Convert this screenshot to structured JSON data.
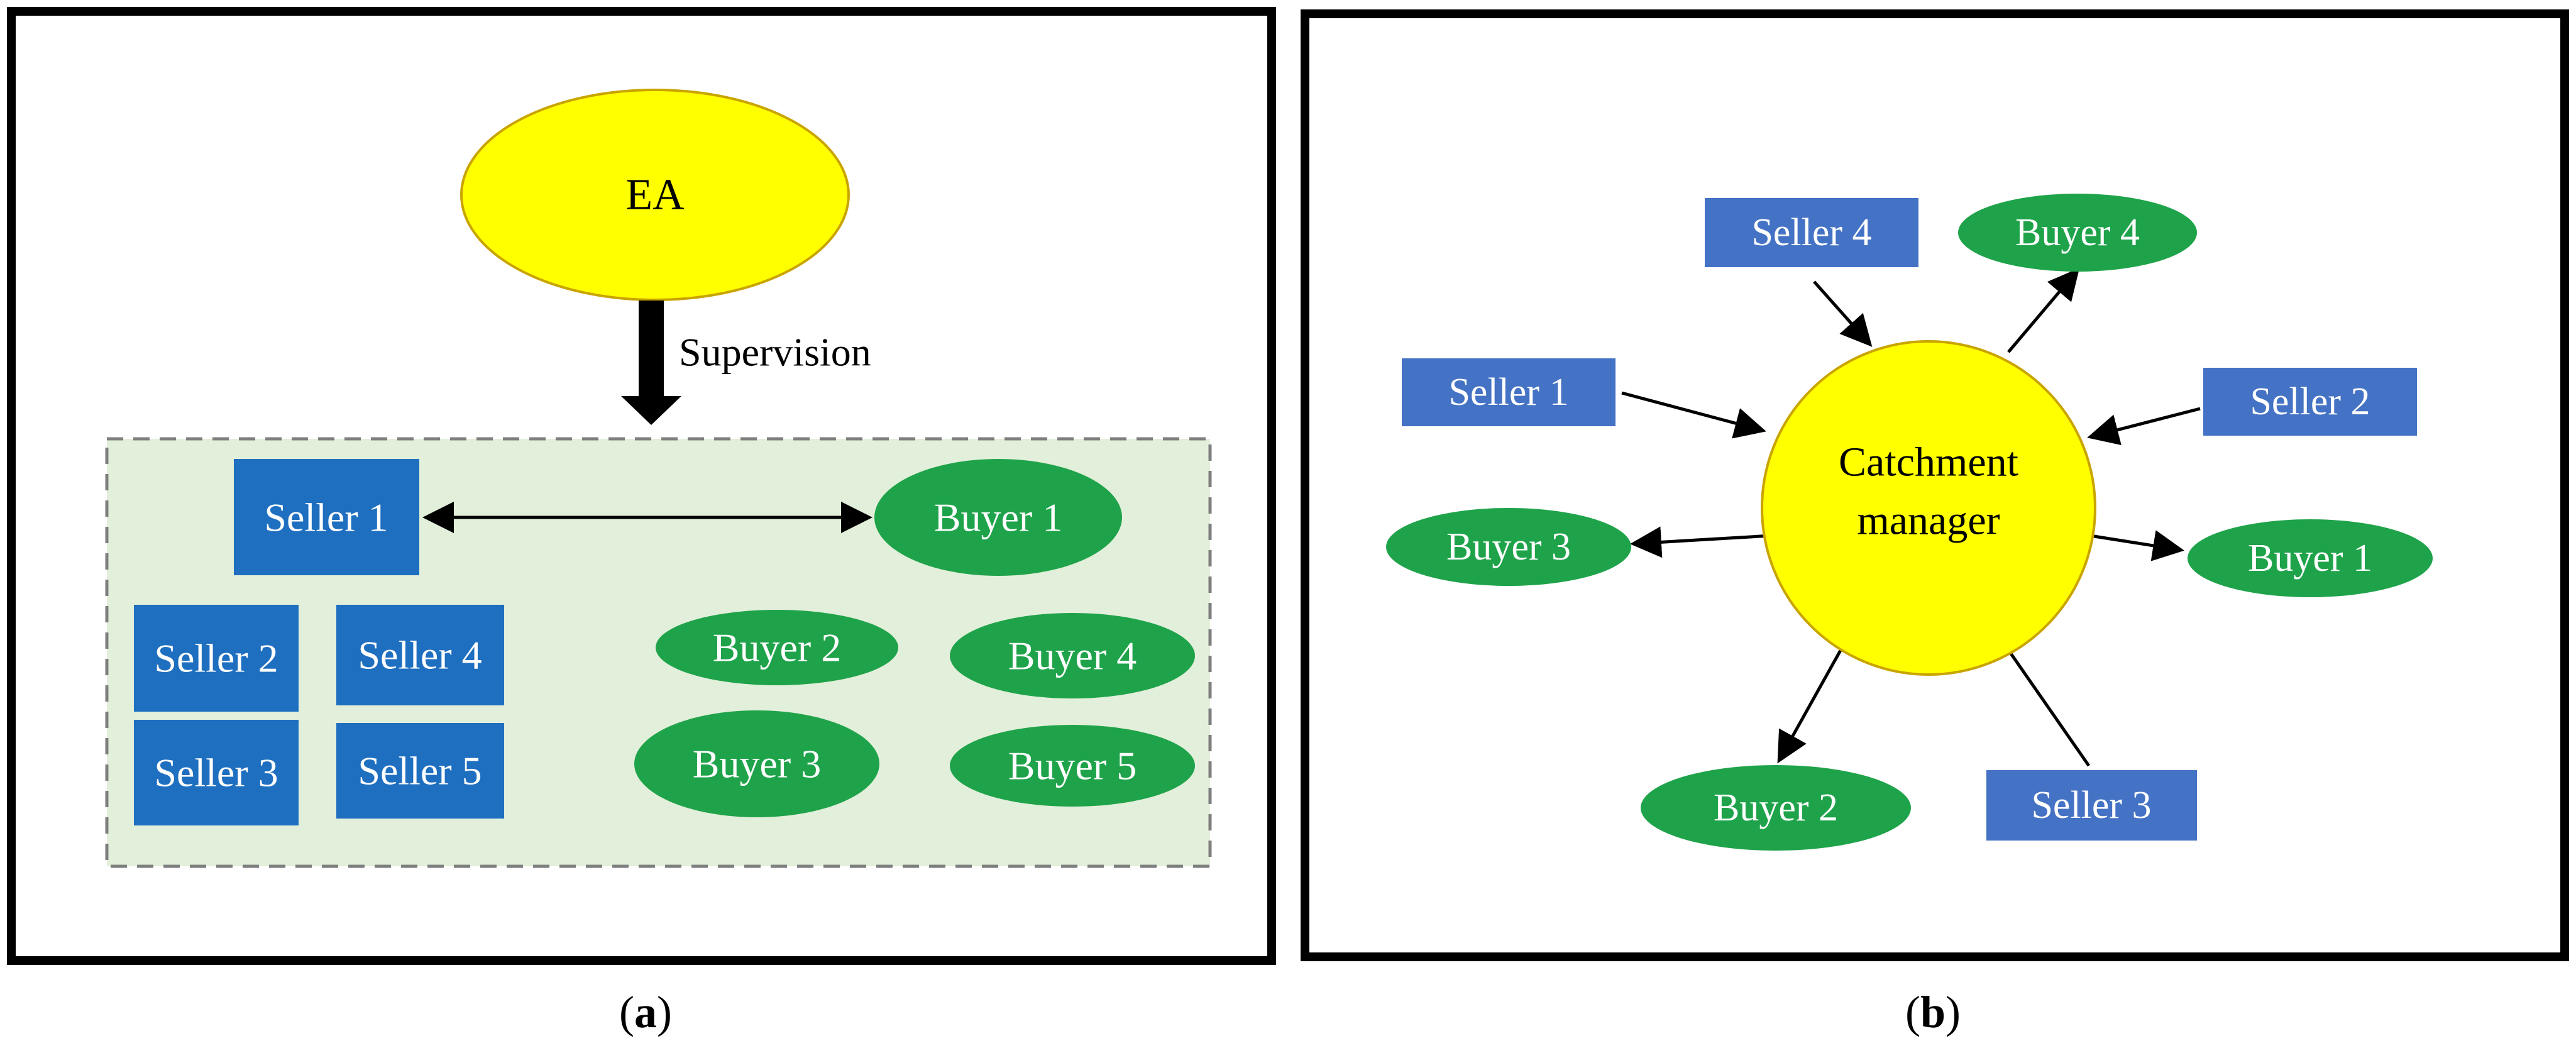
{
  "colors": {
    "seller": "#4472C4",
    "seller_dark": "#1F6FC0",
    "buyer": "#1FA34A",
    "center": "#FFFF00",
    "group_bg": "#E2EFDA",
    "frame": "#000000"
  },
  "panel_a": {
    "caption": "(a)",
    "caption_letter": "a",
    "authority": "EA",
    "arrow_label": "Supervision",
    "seller_1": "Seller 1",
    "buyer_1": "Buyer 1",
    "seller_2": "Seller 2",
    "seller_3": "Seller 3",
    "seller_4": "Seller 4",
    "seller_5": "Seller 5",
    "buyer_2": "Buyer 2",
    "buyer_3": "Buyer 3",
    "buyer_4": "Buyer 4",
    "buyer_5": "Buyer 5"
  },
  "panel_b": {
    "caption": "(b)",
    "caption_letter": "b",
    "center_line1": "Catchment",
    "center_line2": "manager",
    "seller_1": "Seller 1",
    "seller_2": "Seller 2",
    "seller_3": "Seller 3",
    "seller_4": "Seller 4",
    "buyer_1": "Buyer 1",
    "buyer_2": "Buyer 2",
    "buyer_3": "Buyer 3",
    "buyer_4": "Buyer 4"
  }
}
